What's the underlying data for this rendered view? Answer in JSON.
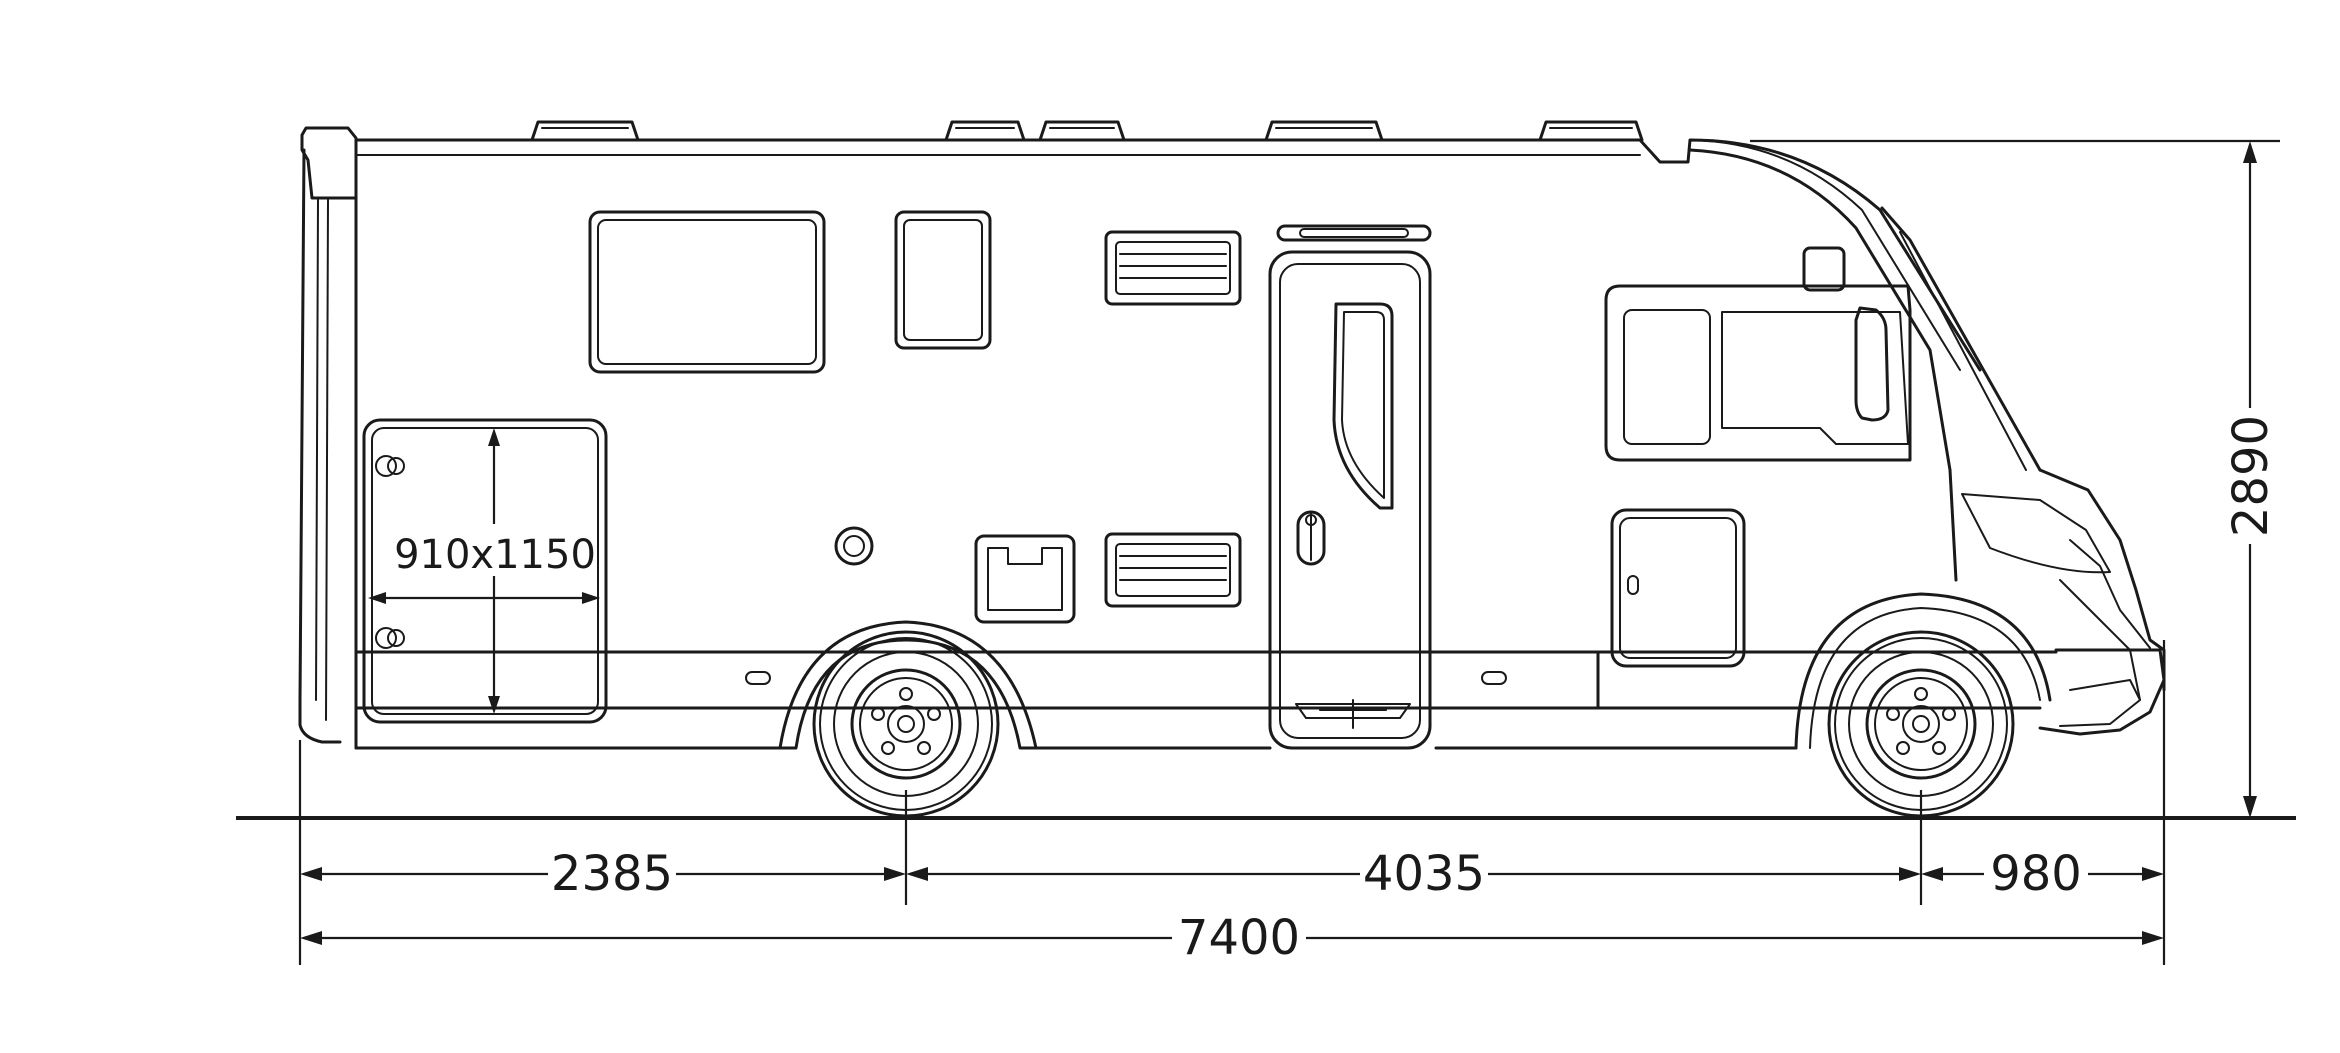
{
  "dimensions": {
    "overhang_rear": "2385",
    "wheelbase": "4035",
    "overhang_front": "980",
    "overall_length": "7400",
    "overall_height": "2890",
    "door_opening": "910x1150"
  },
  "colors": {
    "line": "#1a1a1a",
    "background": "#ffffff"
  }
}
